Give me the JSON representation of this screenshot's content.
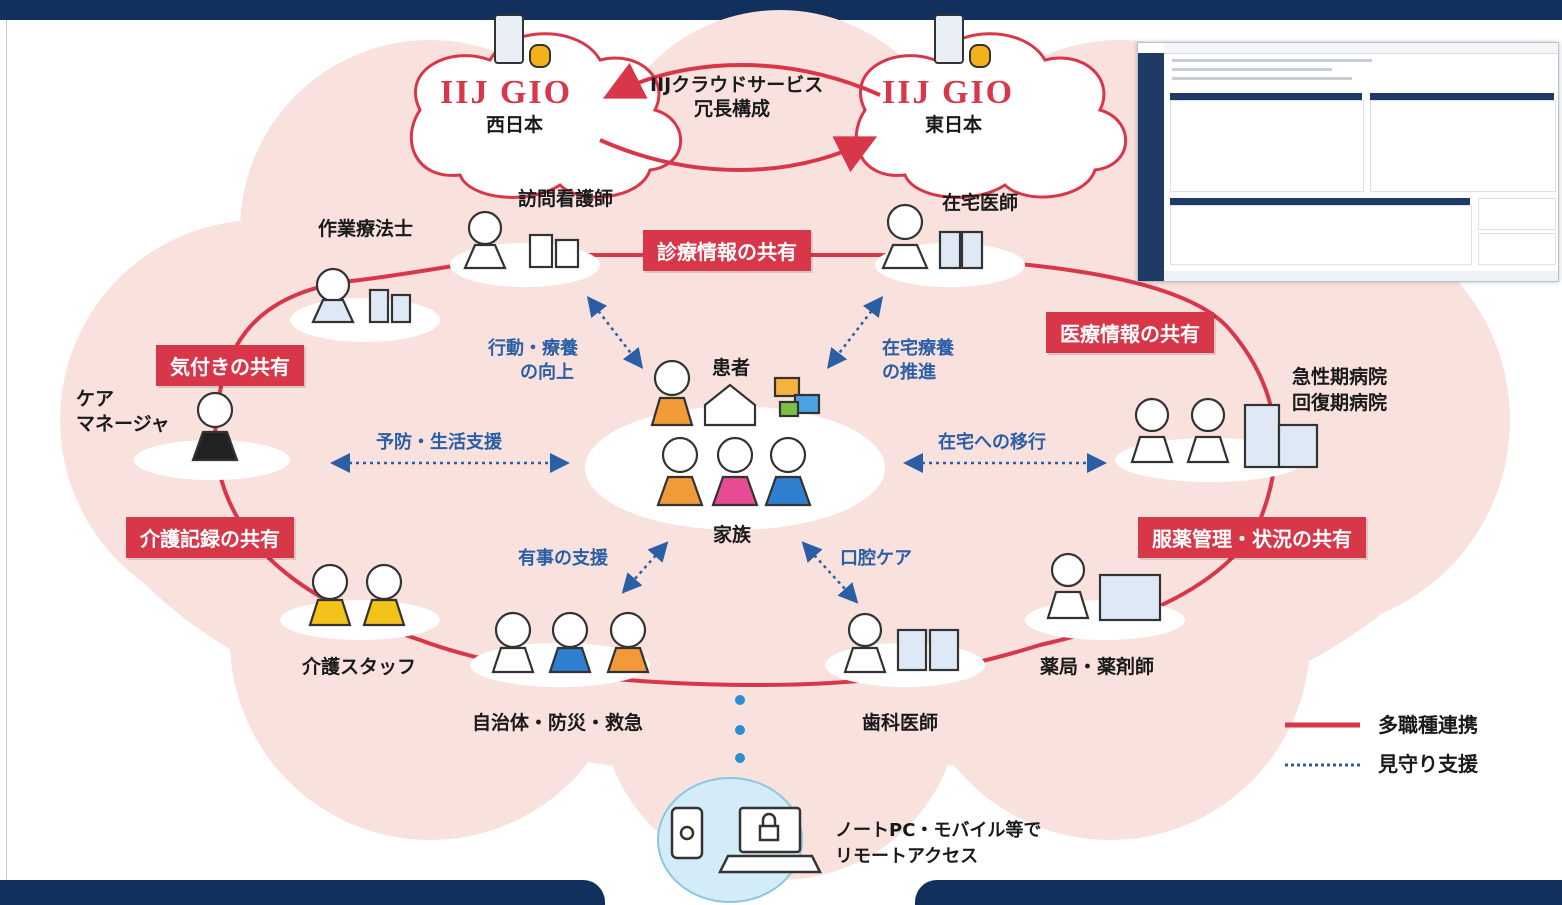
{
  "cloud": {
    "west_brand": "IIJ GIO",
    "west_region": "西日本",
    "east_brand": "IIJ GIO",
    "east_region": "東日本",
    "service_line1": "IIJクラウドサービス",
    "service_line2": "冗長構成"
  },
  "roles": {
    "visiting_nurse": "訪問看護師",
    "home_doctor": "在宅医師",
    "occupational_therapist": "作業療法士",
    "care_manager_l1": "ケア",
    "care_manager_l2": "マネージャ",
    "acute_hospital_l1": "急性期病院",
    "acute_hospital_l2": "回復期病院",
    "care_staff": "介護スタッフ",
    "municipality": "自治体・防災・救急",
    "dentist": "歯科医師",
    "pharmacy": "薬局・薬剤師",
    "patient": "患者",
    "family": "家族"
  },
  "sharing_tags": {
    "medical_care": "診療情報の共有",
    "medical_info": "医療情報の共有",
    "awareness": "気付きの共有",
    "care_records": "介護記録の共有",
    "medication": "服薬管理・状況の共有"
  },
  "support_labels": {
    "behavior_l1": "行動・療養",
    "behavior_l2": "の向上",
    "home_care_l1": "在宅療養",
    "home_care_l2": "の推進",
    "prevention": "予防・生活支援",
    "transition": "在宅への移行",
    "emergency": "有事の支援",
    "oral_care": "口腔ケア"
  },
  "remote": {
    "line1": "ノートPC・モバイル等で",
    "line2": "リモートアクセス"
  },
  "legend": {
    "multi": "多職種連携",
    "watch": "見守り支援"
  },
  "colors": {
    "navy": "#12305e",
    "red": "#d8374a",
    "blue": "#2a5fa6",
    "cloud_pink": "#f9e1dd"
  }
}
